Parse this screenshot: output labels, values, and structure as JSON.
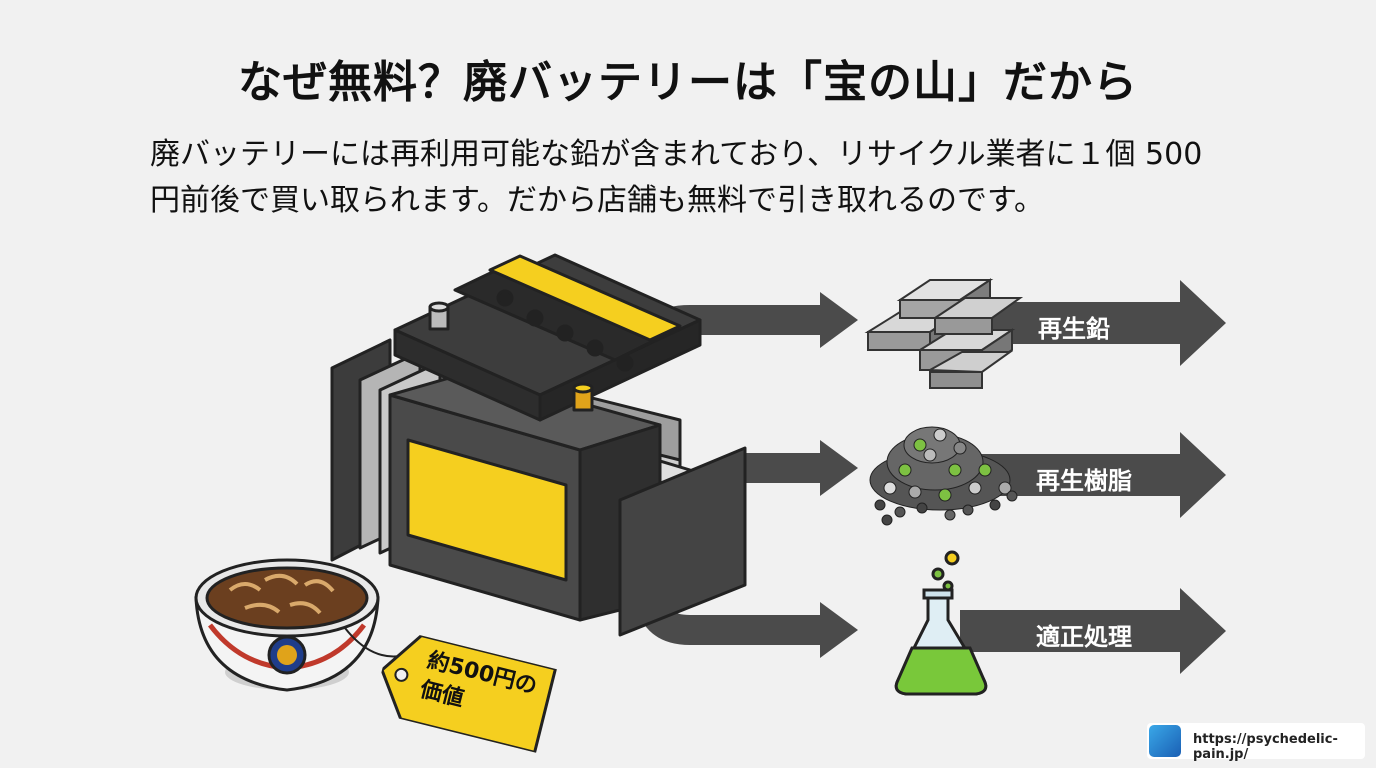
{
  "title": "なぜ無料？廃バッテリーは「宝の山」だから",
  "description": {
    "line1": "廃バッテリーには再利用可能な鉛が含まれており、リサイクル業者に１個 500",
    "line2": "円前後で買い取られます。だから店舗も無料で引き取れるのです。"
  },
  "outputs": [
    {
      "label": "再生鉛",
      "icon": "lead-ingots-icon"
    },
    {
      "label": "再生樹脂",
      "icon": "resin-pellets-icon"
    },
    {
      "label": "適正処理",
      "icon": "chemical-flask-icon"
    }
  ],
  "price_tag": {
    "line1": "約500円の",
    "line2": "価値"
  },
  "footer": {
    "url": "https://psychedelic-pain.jp/"
  },
  "colors": {
    "accent_yellow": "#f5cf1f",
    "battery_dark": "#3a3a3a",
    "arrow_gray": "#4b4b4b"
  }
}
